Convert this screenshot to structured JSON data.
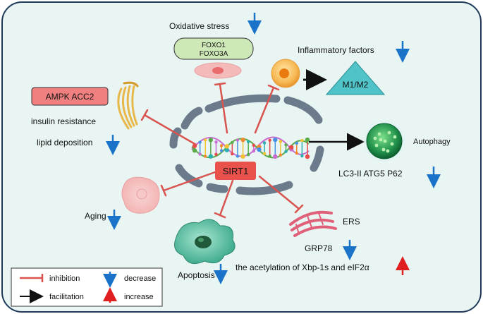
{
  "labels": {
    "oxidative_stress": "Oxidative stress",
    "foxo1": "FOXO1",
    "foxo3a": "FOXO3A",
    "inflammatory_factors": "Inflammatory factors",
    "m1m2": "M1/M2",
    "ampk_acc2": "AMPK  ACC2",
    "insulin_resistance": "insulin resistance",
    "lipid_deposition": "lipid deposition",
    "sirt1": "SIRT1",
    "autophagy": "Autophagy",
    "autophagy_markers": "LC3-II ATG5 P62",
    "aging": "Aging",
    "ers": "ERS",
    "grp78": "GRP78",
    "apoptosis": "Apoptosis",
    "acetylation": "the acetylation of Xbp-1s and eIF2α"
  },
  "legend": {
    "inhibition": "inhibition",
    "decrease": "decrease",
    "facilitation": "facilitation",
    "increase": "increase"
  },
  "colors": {
    "border": "#1f3a5a",
    "background": "#e8f5f3",
    "inhibit": "#d9534f",
    "decrease_arrow": "#1a73c8",
    "increase_arrow": "#e02020",
    "ampk_box": "#f08080",
    "foxo_box": "#cfe8b8",
    "m1m2_triangle": "#4fc3c8",
    "sirt1_box": "#e8524a",
    "nucleus_arc": "#6b7b8c"
  }
}
